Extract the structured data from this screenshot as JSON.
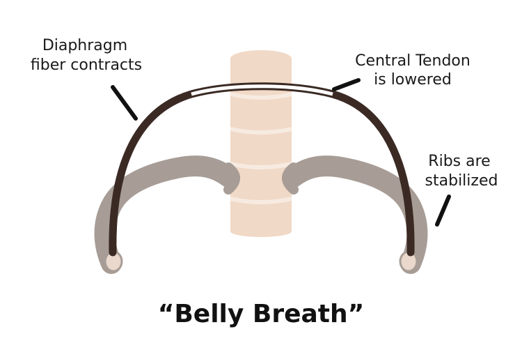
{
  "labels": {
    "diaphragm_line1": "Diaphragm",
    "diaphragm_line2": "fiber contracts",
    "tendon_line1": "Central Tendon",
    "tendon_line2": "is lowered",
    "ribs_line1": "Ribs are",
    "ribs_line2": "stabilized"
  },
  "title": "“Belly Breath”",
  "colors": {
    "spine": "#f1d9c7",
    "spine_disc": "#f7ebe1",
    "ribs": "#a79d96",
    "rib_end": "#e9d8cb",
    "diaphragm": "#3b2a24",
    "tendon": "#ffffff",
    "pointer": "#111111"
  }
}
